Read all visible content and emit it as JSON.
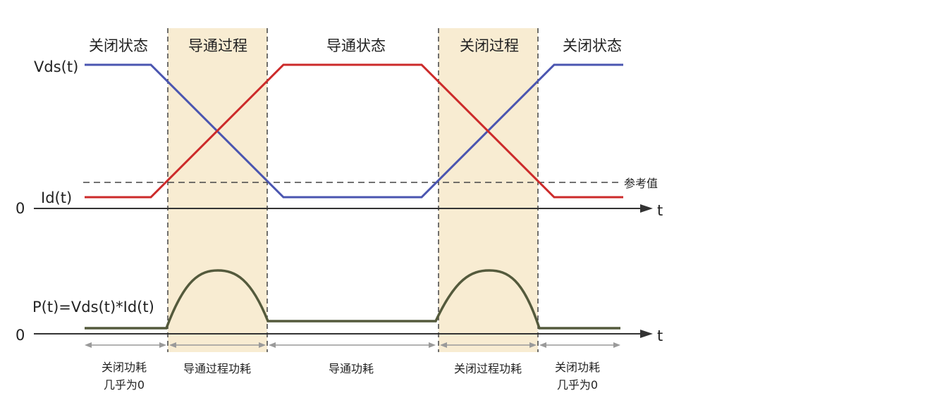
{
  "phases": [
    "关闭状态",
    "导通过程",
    "导通状态",
    "关闭过程",
    "关闭状态"
  ],
  "labels": {
    "vds": "Vds(t)",
    "id": "Id(t)",
    "zero_top": "0",
    "zero_bottom": "0",
    "t_top": "t",
    "t_bottom": "t",
    "reference": "参考值",
    "power": "P(t)=Vds(t)*Id(t)"
  },
  "losses": [
    {
      "line1": "关闭功耗",
      "line2": "几乎为0"
    },
    {
      "line1": "导通过程功耗",
      "line2": ""
    },
    {
      "line1": "导通功耗",
      "line2": ""
    },
    {
      "line1": "关闭过程功耗",
      "line2": ""
    },
    {
      "line1": "关闭功耗",
      "line2": "几乎为0"
    }
  ],
  "colors": {
    "vds": "#4a55b0",
    "id": "#cc2a2a",
    "power": "#545a3c",
    "transition_band": "#f8ecd2",
    "axis": "#333333",
    "dashed": "#444444",
    "arrow": "#9a9a9a"
  }
}
